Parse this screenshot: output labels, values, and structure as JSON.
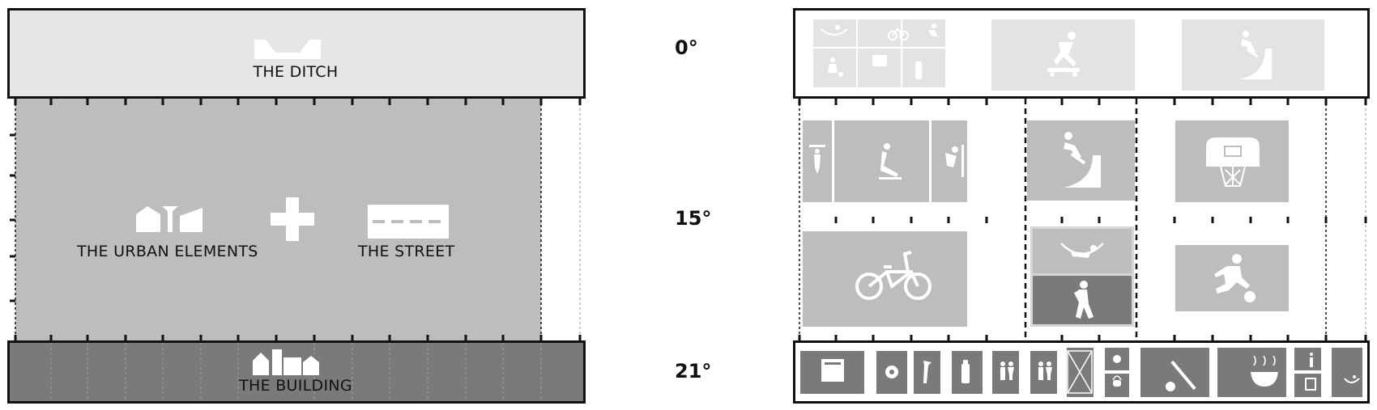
{
  "left_diagram": {
    "ditch_label": "THE DITCH",
    "urban_label": "THE URBAN ELEMENTS",
    "street_label": "THE STREET",
    "building_label": "THE BUILDING"
  },
  "angles": {
    "top": "0°",
    "middle": "15°",
    "bottom": "21°"
  },
  "colors": {
    "ditch_fill": "#e6e6e6",
    "urban_fill": "#bdbdbd",
    "building_fill": "#7a7a7a",
    "outline": "#111111",
    "icon": "#ffffff"
  },
  "right_diagram": {
    "top_band_icons": [
      "hammock-icon",
      "bicycle-icon",
      "runner-icon",
      "football-player-icon",
      "basketball-hoop-icon",
      "bottle-icon",
      "skateboarder-icon",
      "snowboarder-ramp-icon"
    ],
    "middle_icons": [
      "pullup-bar-icon",
      "stretching-icon",
      "climbing-icon",
      "snowboard-ramp-icon",
      "basketball-hoop-icon",
      "bmx-bike-icon",
      "hammock-icon",
      "yoga-icon",
      "soccer-player-icon"
    ],
    "bottom_band_icons": [
      "locker-icon",
      "gear-icon",
      "axe-icon",
      "bottle-icon",
      "restroom-icon",
      "restroom-icon",
      "crate-icon",
      "media-icon",
      "headphones-icon",
      "tools-icon",
      "food-bowl-icon",
      "info-icon",
      "exit-icon",
      "hammock-icon"
    ]
  }
}
